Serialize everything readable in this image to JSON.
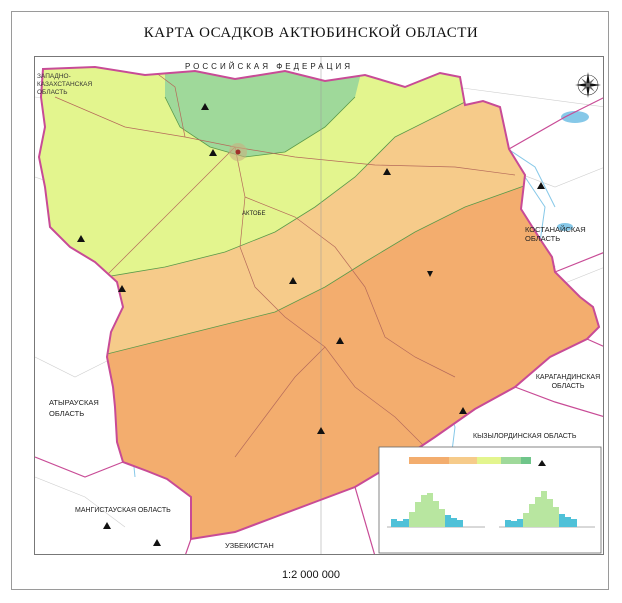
{
  "title": "КАРТА ОСАДКОВ АКТЮБИНСКОЙ ОБЛАСТИ",
  "scale": "1:2 000 000",
  "labels": {
    "russia": "РОССИЙСКАЯ ФЕДЕРАЦИЯ",
    "west_kz": "ЗАПАДНО-КАЗАХСТАНСКАЯ ОБЛАСТЬ",
    "aktobe": "АКТОБЕ",
    "kostanay": "КОСТАНАЙСКАЯ ОБЛАСТЬ",
    "karaganda": "КАРАГАНДИНСКАЯ ОБЛАСТЬ",
    "kyzylorda": "КЫЗЫЛОРДИНСКАЯ ОБЛАСТЬ",
    "atyrau": "АТЫРАУСКАЯ ОБЛАСТЬ",
    "mangystau": "МАНГИСТАУСКАЯ ОБЛАСТЬ",
    "uzbekistan": "УЗБЕКИСТАН"
  },
  "colors": {
    "zone_green": "#9fd99a",
    "zone_yellowgreen": "#e3f58e",
    "zone_lightorange": "#f6cb8a",
    "zone_orange": "#f3ad6e",
    "border": "#c84b96",
    "water": "#86c8e8"
  }
}
